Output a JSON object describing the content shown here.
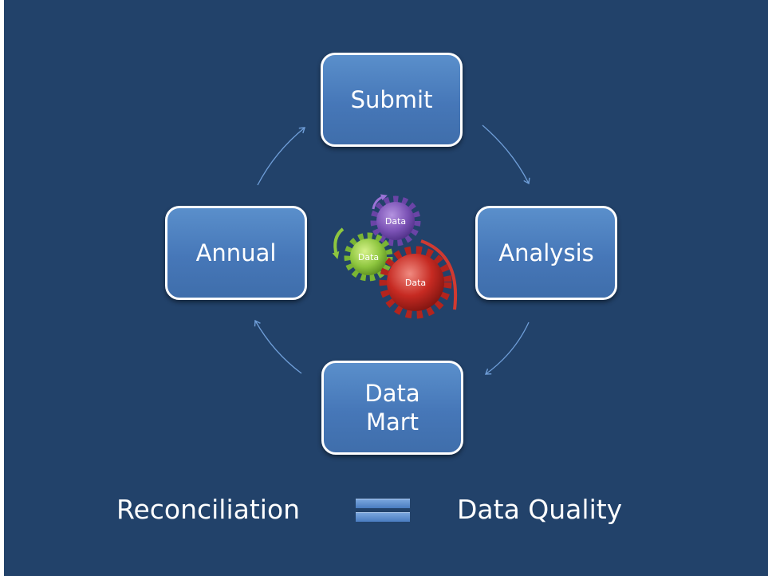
{
  "diagram": {
    "nodes": {
      "submit": "Submit",
      "analysis": "Analysis",
      "data_mart_line1": "Data",
      "data_mart_line2": "Mart",
      "annual": "Annual"
    },
    "gear_labels": {
      "purple": "Data",
      "green": "Data",
      "red": "Data"
    },
    "equation": {
      "left": "Reconciliation",
      "right": "Data Quality"
    },
    "colors": {
      "background": "#22426a",
      "node_fill": "#4f81bd",
      "node_border": "#ffffff",
      "arrow": "#6f9ed8",
      "gear_purple": "#7b52b5",
      "gear_green": "#8ec63f",
      "gear_red": "#c62a22"
    }
  }
}
